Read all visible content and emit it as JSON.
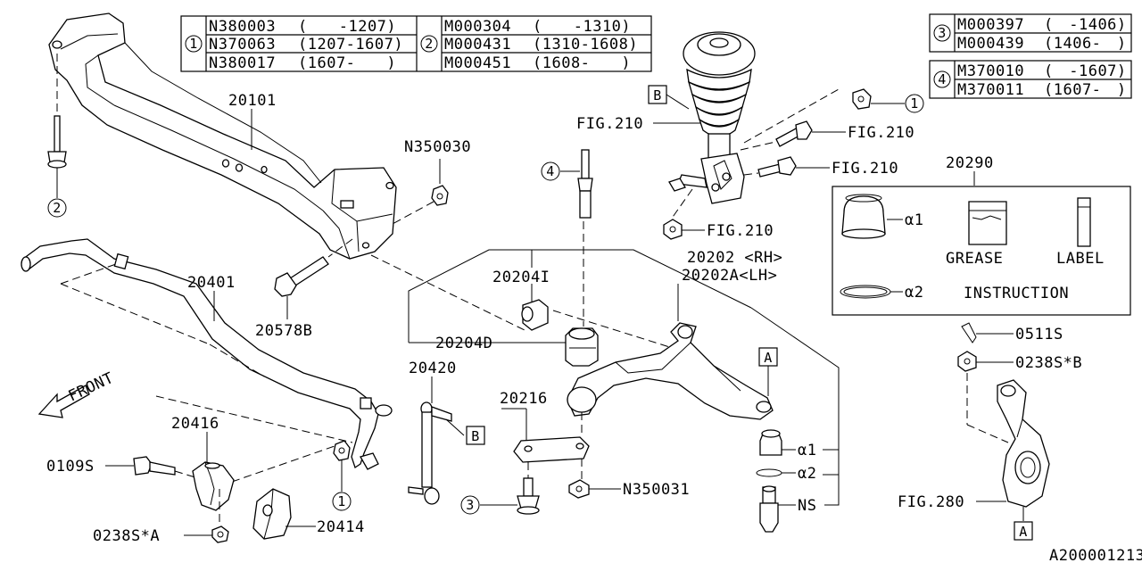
{
  "tables": {
    "t1": {
      "circle": "1",
      "rows": [
        {
          "part": "N380003",
          "range": "(　　-1207)"
        },
        {
          "part": "N370063",
          "range": "(1207-1607)"
        },
        {
          "part": "N380017",
          "range": "(1607-　　)"
        }
      ]
    },
    "t2": {
      "circle": "2",
      "rows": [
        {
          "part": "M000304",
          "range": "(　　-1310)"
        },
        {
          "part": "M000431",
          "range": "(1310-1608)"
        },
        {
          "part": "M000451",
          "range": "(1608-　　)"
        }
      ]
    },
    "t3": {
      "circle": "3",
      "rows": [
        {
          "part": "M000397",
          "range": "(　-1406)"
        },
        {
          "part": "M000439",
          "range": "(1406-　)"
        }
      ]
    },
    "t4": {
      "circle": "4",
      "rows": [
        {
          "part": "M370010",
          "range": "(　-1607)"
        },
        {
          "part": "M370011",
          "range": "(1607-　)"
        }
      ]
    }
  },
  "labels": {
    "p20101": "20101",
    "n350030": "N350030",
    "p20401": "20401",
    "p20578b": "20578B",
    "p20204i": "20204I",
    "p20204d": "20204D",
    "p20202rh": "20202 <RH>",
    "p20202lh": "20202A<LH>",
    "p20420": "20420",
    "p20216": "20216",
    "p20416": "20416",
    "p0109s": "0109S",
    "p0238sa": "0238S*A",
    "p20414": "20414",
    "n350031": "N350031",
    "ns": "NS",
    "a1": "α1",
    "a2": "α2",
    "fig210_a": "FIG.210",
    "fig210_b": "FIG.210",
    "fig210_c": "FIG.210",
    "fig210_d": "FIG.210",
    "p20290": "20290",
    "kit_a1": "α1",
    "kit_a2": "α2",
    "grease": "GREASE",
    "label": "LABEL",
    "instruction": "INSTRUCTION",
    "p0511s": "0511S",
    "p0238sb": "0238S*B",
    "fig280": "FIG.280",
    "front": "FRONT",
    "ref_a_lower": "A",
    "ref_a_arm": "A",
    "ref_b_strut": "B",
    "ref_b_link": "B",
    "c1_bolt": "1",
    "c1_sway": "1",
    "c2_mount": "2",
    "c3_bolt": "3",
    "c4_bolt": "4",
    "diagram_id": "A200001213"
  }
}
